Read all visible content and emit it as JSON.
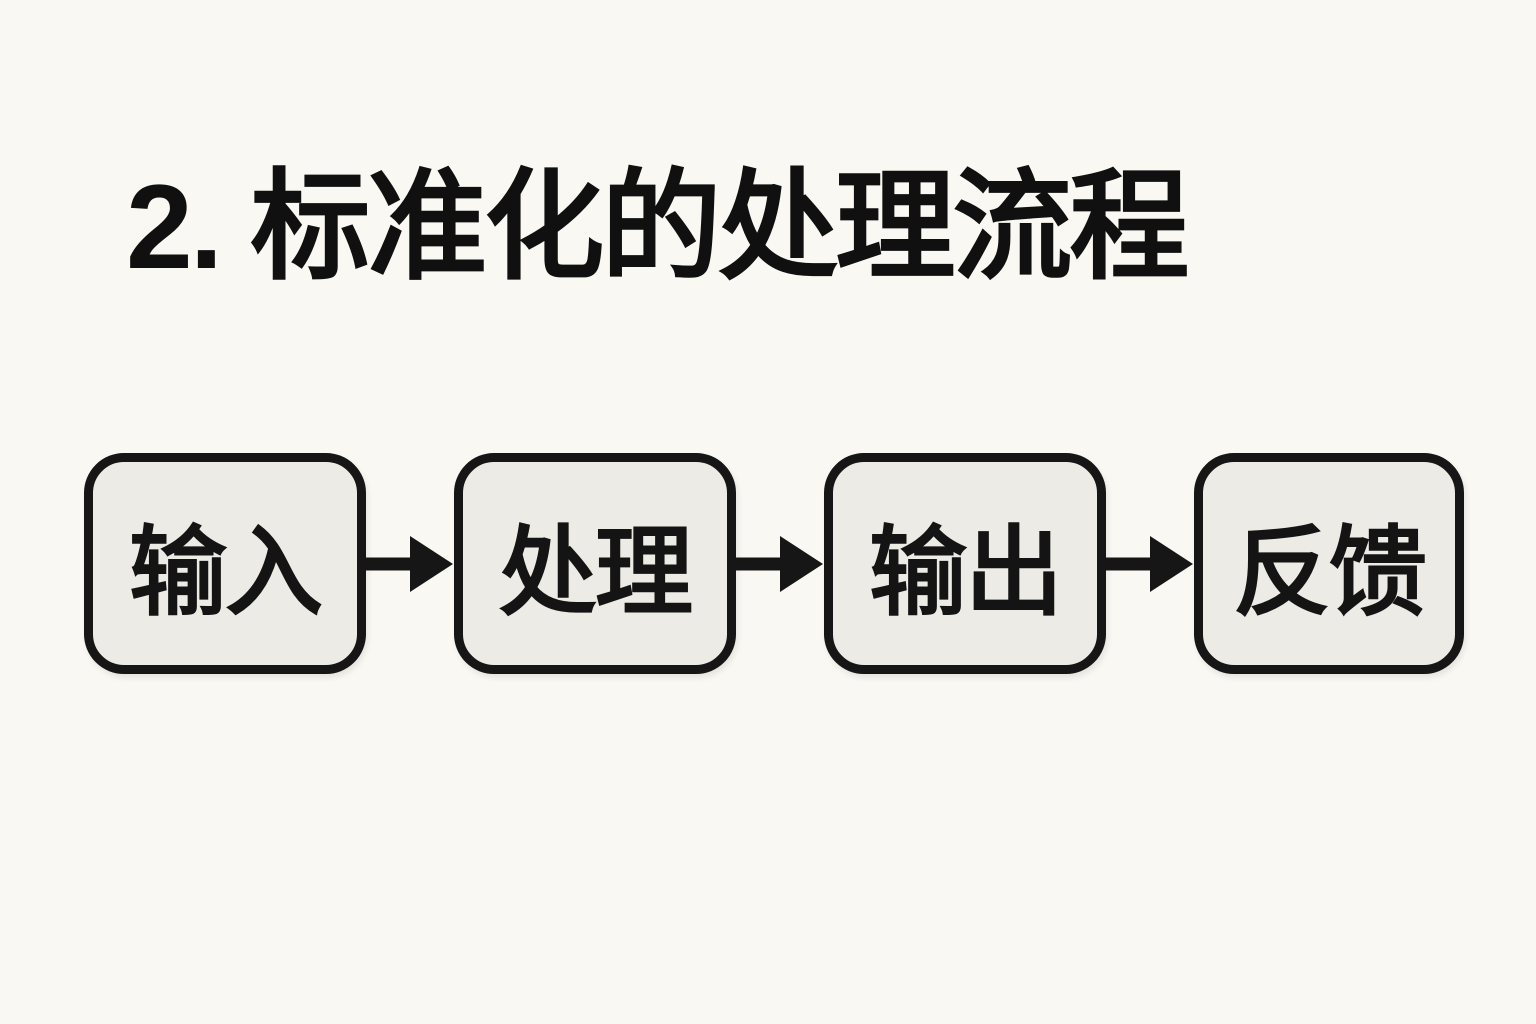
{
  "title": "2. 标准化的处理流程",
  "flow": {
    "nodes": [
      {
        "label": "输入"
      },
      {
        "label": "处理"
      },
      {
        "label": "输出"
      },
      {
        "label": "反馈"
      }
    ],
    "connector_icon": "arrow-right-icon"
  },
  "colors": {
    "background": "#faf8f3",
    "node_fill": "#edebe5",
    "node_border": "#161616",
    "text": "#141414",
    "arrow": "#161616"
  }
}
